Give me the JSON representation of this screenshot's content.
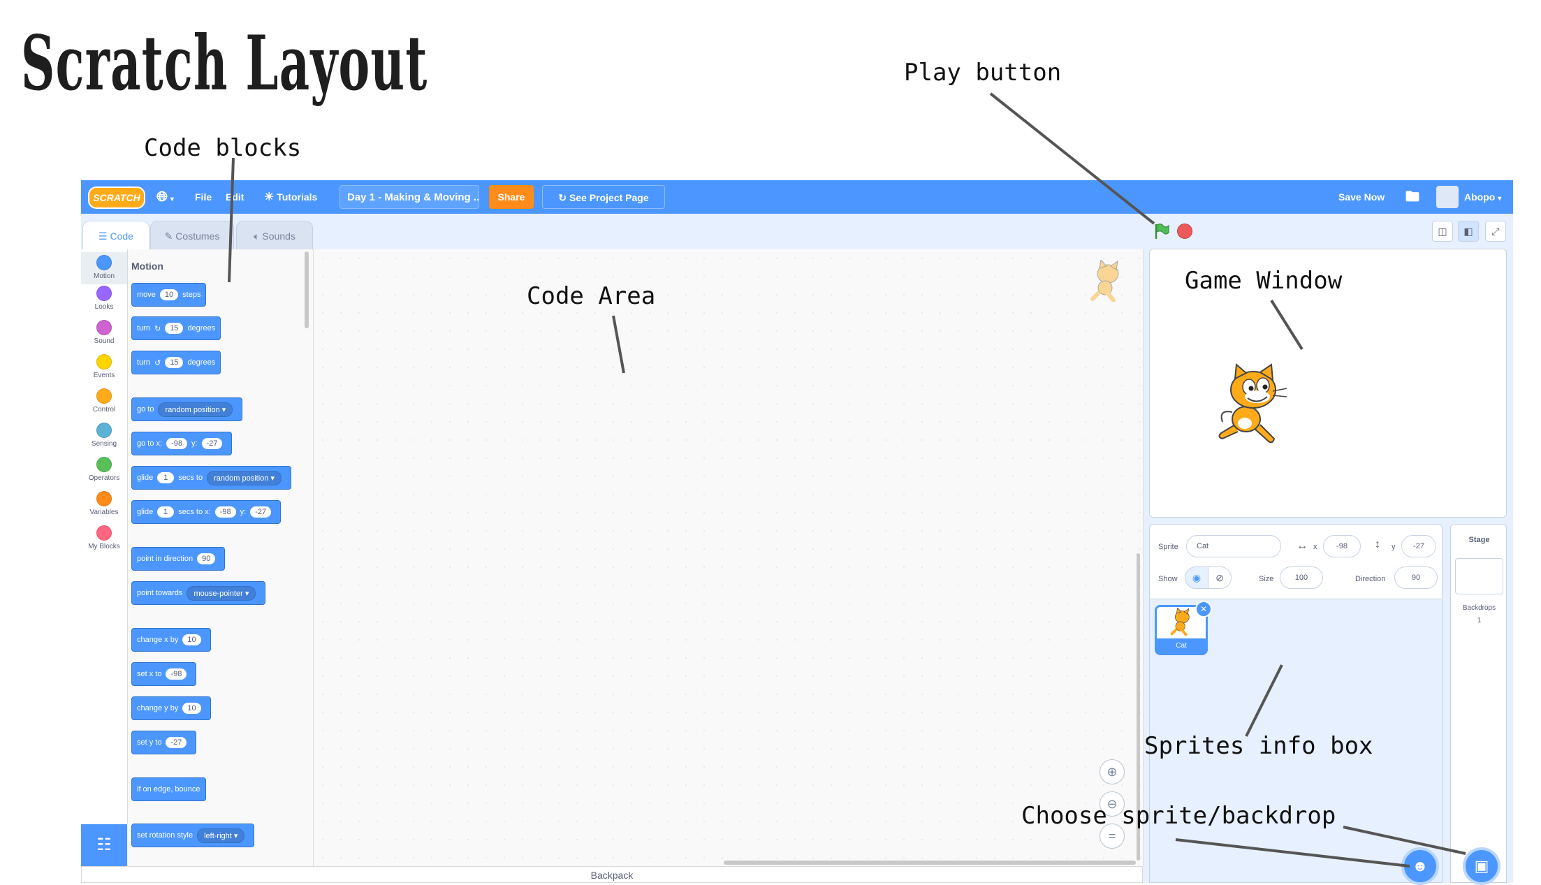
{
  "title": "Scratch Layout",
  "annotations": {
    "play_button": "Play button",
    "code_blocks": "Code blocks",
    "code_area": "Code Area",
    "game_window": "Game Window",
    "sprites_info_box": "Sprites info box",
    "choose_sprite": "Choose sprite/backdrop"
  },
  "menubar": {
    "logo": "SCRATCH",
    "file": "File",
    "edit": "Edit",
    "tutorials": "Tutorials",
    "project_title": "Day 1 - Making & Moving ...",
    "share": "Share",
    "see_project": "See Project Page",
    "save_now": "Save Now",
    "user": "Abopo"
  },
  "tabs": {
    "code": "Code",
    "costumes": "Costumes",
    "sounds": "Sounds"
  },
  "categories": [
    {
      "label": "Motion",
      "color": "#4c97ff"
    },
    {
      "label": "Looks",
      "color": "#9966ff"
    },
    {
      "label": "Sound",
      "color": "#cf63cf"
    },
    {
      "label": "Events",
      "color": "#ffd500"
    },
    {
      "label": "Control",
      "color": "#ffab19"
    },
    {
      "label": "Sensing",
      "color": "#5cb1d6"
    },
    {
      "label": "Operators",
      "color": "#59c059"
    },
    {
      "label": "Variables",
      "color": "#ff8c1a"
    },
    {
      "label": "My Blocks",
      "color": "#ff6680"
    }
  ],
  "palette": {
    "heading": "Motion",
    "blocks": {
      "move": {
        "a": "move",
        "v": "10",
        "b": "steps"
      },
      "turn_right": {
        "a": "turn",
        "v": "15",
        "b": "degrees"
      },
      "turn_left": {
        "a": "turn",
        "v": "15",
        "b": "degrees"
      },
      "goto": {
        "a": "go to",
        "dd": "random position"
      },
      "gotoxy": {
        "a": "go to x:",
        "x": "-98",
        "b": "y:",
        "y": "-27"
      },
      "glide": {
        "a": "glide",
        "v": "1",
        "b": "secs to",
        "dd": "random position"
      },
      "glidexy": {
        "a": "glide",
        "v": "1",
        "b": "secs to x:",
        "x": "-98",
        "c": "y:",
        "y": "-27"
      },
      "point_dir": {
        "a": "point in direction",
        "v": "90"
      },
      "point_towards": {
        "a": "point towards",
        "dd": "mouse-pointer"
      },
      "change_x": {
        "a": "change x by",
        "v": "10"
      },
      "set_x": {
        "a": "set x to",
        "v": "-98"
      },
      "change_y": {
        "a": "change y by",
        "v": "10"
      },
      "set_y": {
        "a": "set y to",
        "v": "-27"
      },
      "bounce": {
        "a": "if on edge, bounce"
      },
      "rotation": {
        "a": "set rotation style",
        "dd": "left-right"
      }
    }
  },
  "backpack": "Backpack",
  "sprite_info": {
    "sprite_label": "Sprite",
    "sprite_name": "Cat",
    "x_label": "x",
    "x": "-98",
    "y_label": "y",
    "y": "-27",
    "show_label": "Show",
    "size_label": "Size",
    "size": "100",
    "direction_label": "Direction",
    "direction": "90"
  },
  "sprites": [
    {
      "name": "Cat"
    }
  ],
  "stage_panel": {
    "title": "Stage",
    "backdrops_label": "Backdrops",
    "backdrops_count": "1"
  }
}
